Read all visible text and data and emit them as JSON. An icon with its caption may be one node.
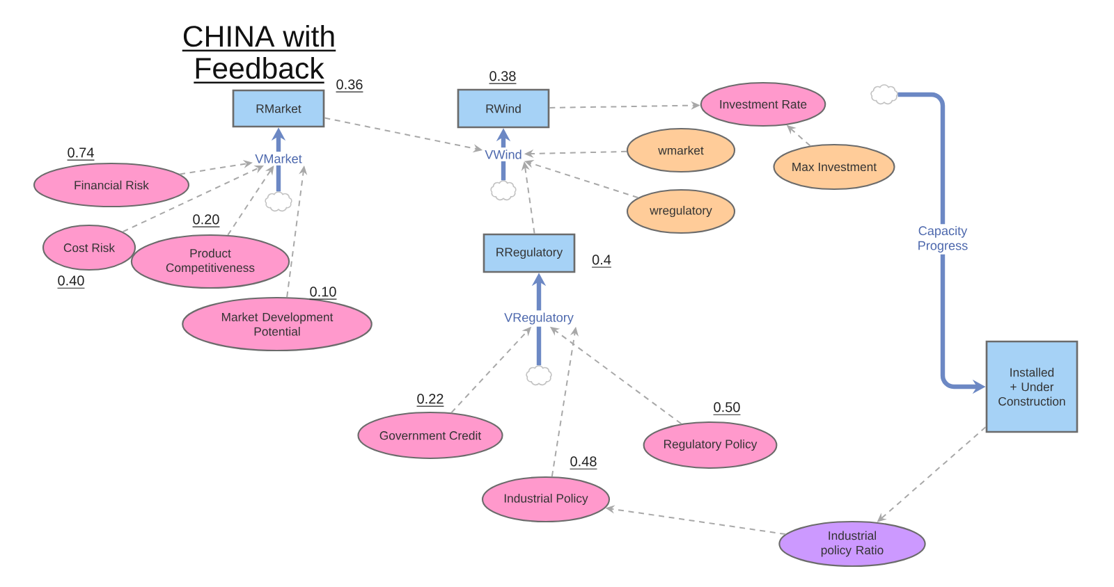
{
  "diagram": {
    "title": "CHINA with Feedback",
    "nodes": [
      {
        "text": [
          "RMarket"
        ],
        "beside": [
          "0.36"
        ]
      },
      {
        "text": [
          "RWind"
        ],
        "beside": [
          "0.38"
        ]
      },
      {
        "text": [
          "Investment Rate"
        ]
      },
      {
        "text": [],
        "shape": "cloud"
      },
      {
        "text": [
          "VMarket"
        ]
      },
      {
        "text": [
          "wmarket"
        ]
      },
      {
        "text": [
          "VWind"
        ]
      },
      {
        "text": [
          "Max Investment"
        ]
      },
      {
        "text": [
          "Financial Risk"
        ],
        "beside": [
          "0.74"
        ]
      },
      {
        "text": [],
        "shape": "cloud"
      },
      {
        "text": [],
        "shape": "cloud"
      },
      {
        "text": [
          "wregulatory"
        ]
      },
      {
        "text": [
          "Cost Risk"
        ],
        "beside": [
          "0.40"
        ]
      },
      {
        "text": [
          "Product Competitiveness"
        ],
        "beside": [
          "0.20"
        ]
      },
      {
        "text": [
          "RRegulatory"
        ],
        "beside": [
          "0.4"
        ]
      },
      {
        "text": [
          "VRegulatory"
        ]
      },
      {
        "text": [
          "Market Development Potential"
        ],
        "beside": [
          "0.10"
        ]
      },
      {
        "text": [],
        "shape": "cloud"
      },
      {
        "text": [
          "Installed + Under Construction"
        ]
      },
      {
        "text": [
          "Government Credit"
        ],
        "beside": [
          "0.22"
        ]
      },
      {
        "text": [
          "Regulatory Policy"
        ],
        "beside": [
          "0.50"
        ]
      },
      {
        "text": [
          "Industrial Policy"
        ],
        "beside": [
          "0.48"
        ]
      },
      {
        "text": [
          "Industrial policy Ratio"
        ]
      }
    ],
    "edges": [
      {
        "from": 9,
        "to": 4,
        "arrow": "none",
        "style": "thick",
        "color": "#6c88c4"
      },
      {
        "from": 4,
        "to": 0,
        "arrow": "to",
        "style": "thick",
        "color": "#6c88c4"
      },
      {
        "from": 10,
        "to": 6,
        "arrow": "none",
        "style": "thick",
        "color": "#6c88c4"
      },
      {
        "from": 6,
        "to": 1,
        "arrow": "to",
        "style": "thick",
        "color": "#6c88c4"
      },
      {
        "from": 17,
        "to": 15,
        "arrow": "none",
        "style": "thick",
        "color": "#6c88c4"
      },
      {
        "from": 15,
        "to": 14,
        "arrow": "to",
        "style": "thick",
        "color": "#6c88c4"
      },
      {
        "from": 3,
        "to": 18,
        "arrow": "to",
        "label": "Capacity Progress",
        "style": "thick",
        "color": "#6c88c4"
      },
      {
        "from": 8,
        "to": 4,
        "arrow": "to",
        "style": "dashed"
      },
      {
        "from": 12,
        "to": 4,
        "arrow": "to",
        "style": "dashed"
      },
      {
        "from": 13,
        "to": 4,
        "arrow": "to",
        "style": "dashed"
      },
      {
        "from": 16,
        "to": 4,
        "arrow": "to",
        "style": "dashed"
      },
      {
        "from": 0,
        "to": 6,
        "arrow": "to",
        "style": "dashed"
      },
      {
        "from": 5,
        "to": 6,
        "arrow": "to",
        "style": "dashed"
      },
      {
        "from": 11,
        "to": 6,
        "arrow": "to",
        "style": "dashed"
      },
      {
        "from": 14,
        "to": 6,
        "arrow": "to",
        "style": "dashed"
      },
      {
        "from": 1,
        "to": 2,
        "arrow": "to",
        "style": "dashed"
      },
      {
        "from": 7,
        "to": 2,
        "arrow": "to",
        "style": "dashed"
      },
      {
        "from": 19,
        "to": 15,
        "arrow": "to",
        "style": "dashed"
      },
      {
        "from": 21,
        "to": 15,
        "arrow": "to",
        "style": "dashed"
      },
      {
        "from": 20,
        "to": 15,
        "arrow": "to",
        "style": "dashed"
      },
      {
        "from": 18,
        "to": 22,
        "arrow": "to",
        "style": "dashed"
      },
      {
        "from": 22,
        "to": 21,
        "arrow": "to",
        "style": "dashed"
      }
    ]
  }
}
